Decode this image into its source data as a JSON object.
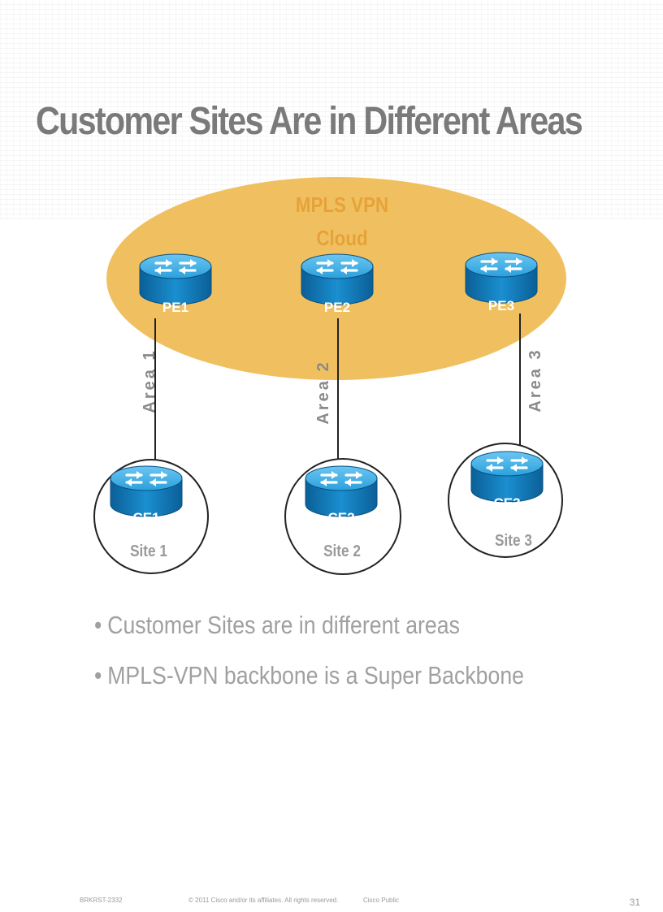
{
  "slide": {
    "title": "Customer Sites Are in Different Areas"
  },
  "cloud": {
    "label_line1": "MPLS VPN",
    "label_line2": "Cloud",
    "color": "#f0c060"
  },
  "routers": {
    "pe1": "PE1",
    "pe2": "PE2",
    "pe3": "PE3",
    "ce1": "CE1",
    "ce2": "CE2",
    "ce3": "CE3"
  },
  "sites": {
    "site1": "Site 1",
    "site2": "Site 2",
    "site3": "Site 3"
  },
  "areas": {
    "area1": "Area 1",
    "area2": "Area 2",
    "area3": "Area 3"
  },
  "bullets": [
    "Customer Sites are in different areas",
    "MPLS-VPN backbone is a Super Backbone"
  ],
  "footer": {
    "session": "BRKRST-2332",
    "copyright": "© 2011 Cisco and/or its affiliates. All rights reserved.",
    "classification": "Cisco Public",
    "page_number": "31"
  },
  "colors": {
    "router_blue": "#1a8fd0",
    "title_gray": "#7a7a7a",
    "bullet_gray": "#a0a0a0"
  }
}
